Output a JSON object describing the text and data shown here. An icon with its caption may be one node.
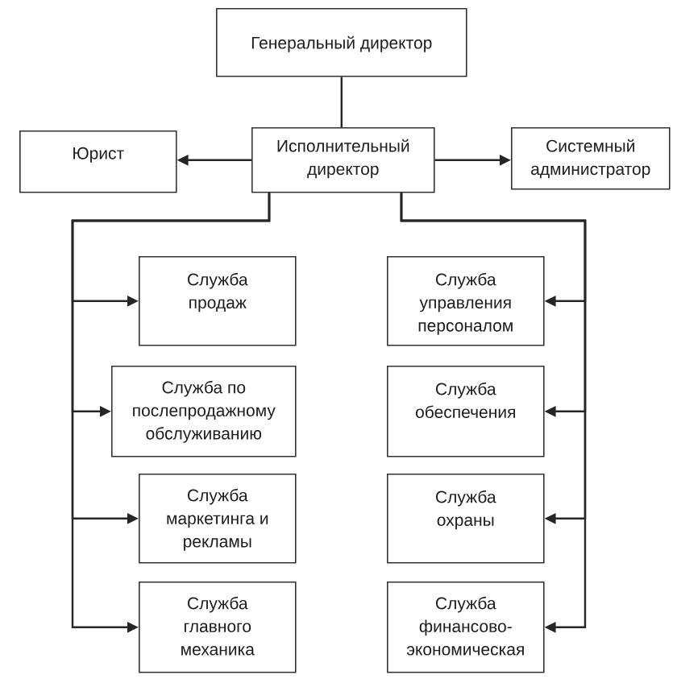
{
  "diagram": {
    "nodes": [
      {
        "text": [
          "Генеральный директор"
        ]
      },
      {
        "text": [
          "Юрист"
        ]
      },
      {
        "text": [
          "Исполнительный директор"
        ]
      },
      {
        "text": [
          "Системный администратор"
        ]
      },
      {
        "text": [
          "Служба продаж"
        ]
      },
      {
        "text": [
          "Служба управления персоналом"
        ]
      },
      {
        "text": [
          "Служба по послепродажному обслуживанию"
        ]
      },
      {
        "text": [
          "Служба обеспечения"
        ]
      },
      {
        "text": [
          "Служба маркетинга и рекламы"
        ]
      },
      {
        "text": [
          "Служба охраны"
        ]
      },
      {
        "text": [
          "Служба главного механика"
        ]
      },
      {
        "text": [
          "Служба финансово-экономическая"
        ]
      }
    ],
    "edges": [
      {
        "from": 0,
        "to": 2,
        "arrow": "none"
      },
      {
        "from": 2,
        "to": 1,
        "arrow": "to"
      },
      {
        "from": 2,
        "to": 3,
        "arrow": "to"
      },
      {
        "from": 2,
        "to": 4,
        "arrow": "to"
      },
      {
        "from": 2,
        "to": 5,
        "arrow": "to"
      },
      {
        "from": 2,
        "to": 6,
        "arrow": "to"
      },
      {
        "from": 2,
        "to": 7,
        "arrow": "to"
      },
      {
        "from": 2,
        "to": 8,
        "arrow": "to"
      },
      {
        "from": 2,
        "to": 9,
        "arrow": "to"
      },
      {
        "from": 2,
        "to": 10,
        "arrow": "to"
      },
      {
        "from": 2,
        "to": 11,
        "arrow": "to"
      }
    ]
  }
}
